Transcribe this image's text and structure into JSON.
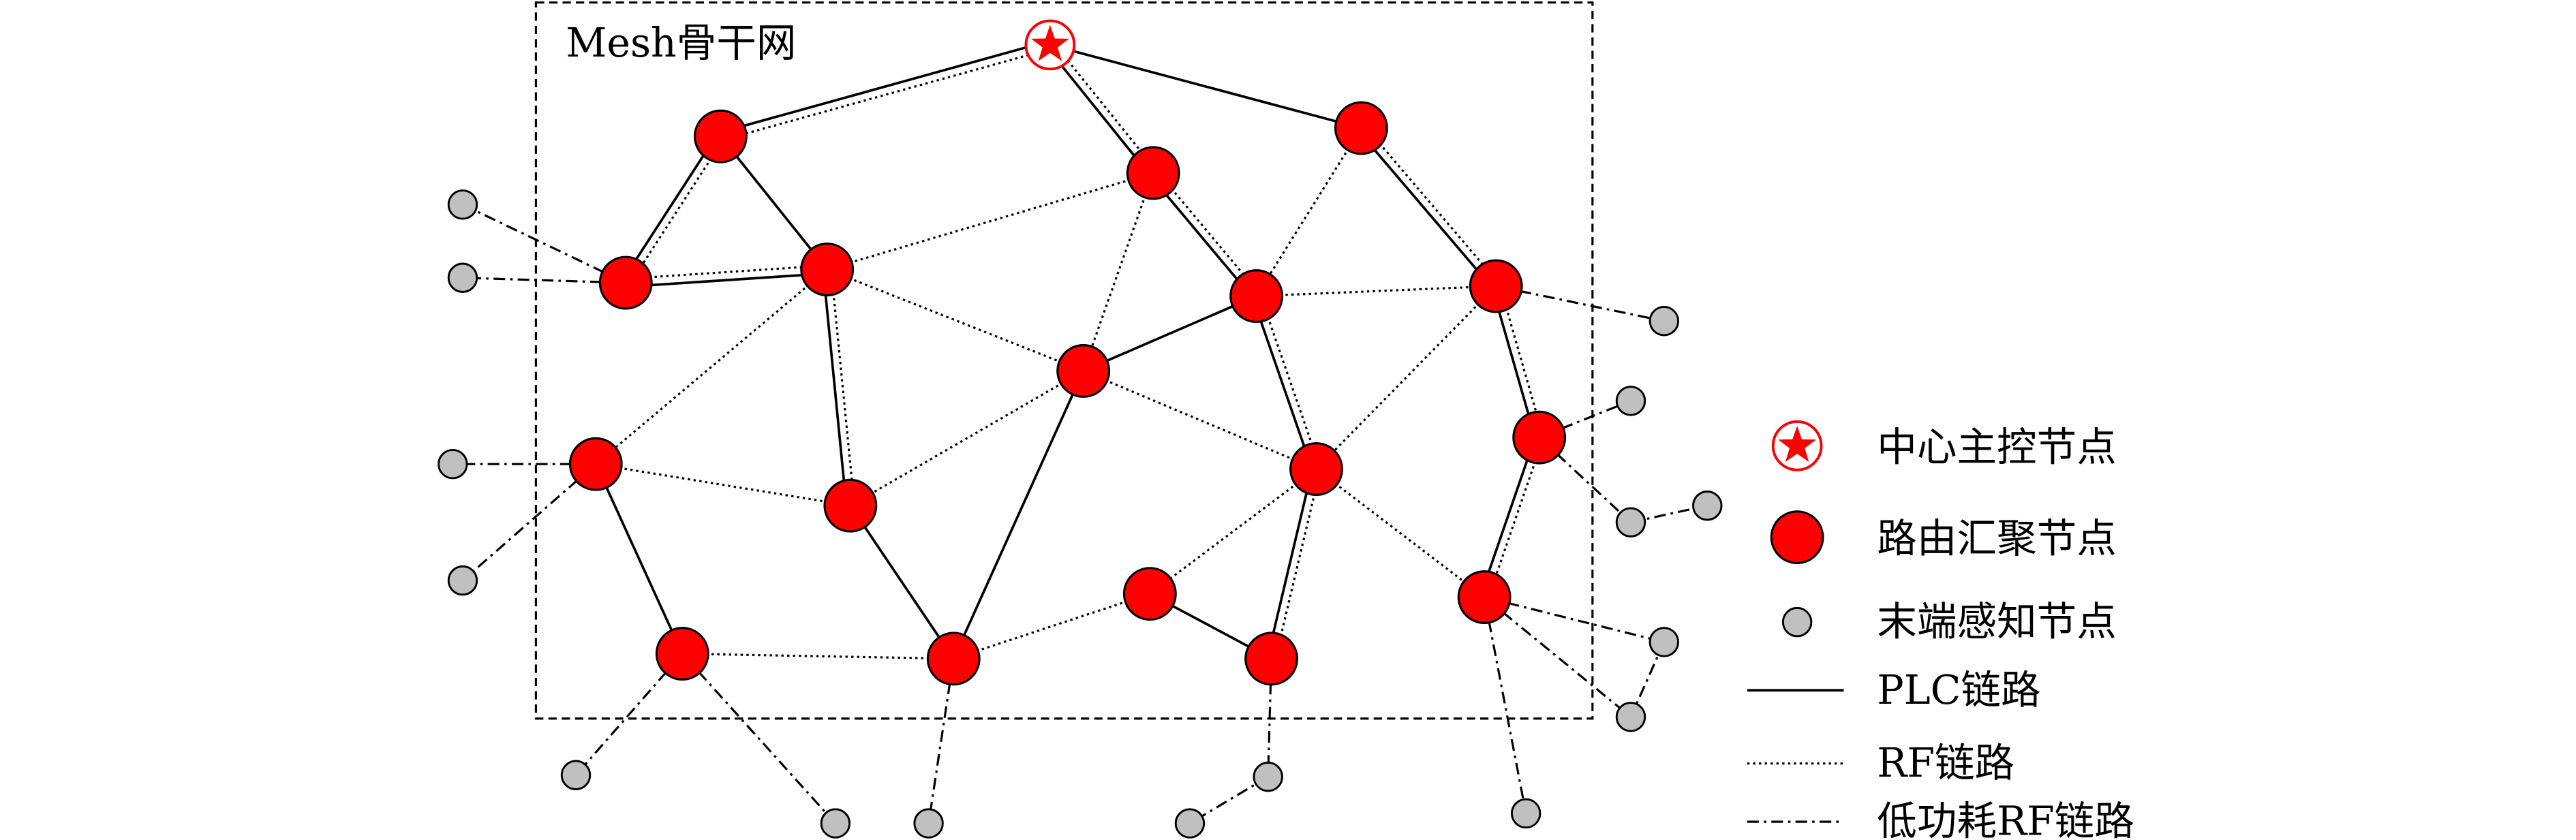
{
  "diagram": {
    "box_label": "Mesh骨干网"
  },
  "legend": [
    {
      "label": "中心主控节点",
      "icon": "red-star-circle-icon"
    },
    {
      "label": "路由汇聚节点",
      "icon": "red-circle-icon"
    },
    {
      "label": "末端感知节点",
      "icon": "gray-circle-icon"
    },
    {
      "label": "PLC链路",
      "icon": "solid-line-icon"
    },
    {
      "label": "RF链路",
      "icon": "dotted-line-icon"
    },
    {
      "label": "低功耗RF链路",
      "icon": "dash-dot-line-icon"
    }
  ],
  "colors": {
    "router_fill": "#ff0000",
    "hub_star": "#ff0000",
    "sensor_fill": "#c0c0c0",
    "stroke": "#000000"
  }
}
